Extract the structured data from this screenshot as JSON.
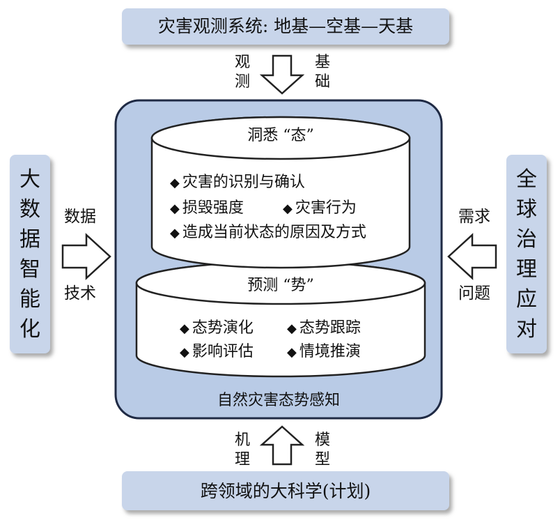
{
  "top_box": {
    "text": "灾害观测系统: 地基—空基—天基"
  },
  "top_arrow": {
    "left": "观测",
    "right": "基础"
  },
  "bottom_box": {
    "text": "跨领域的大科学(计划)"
  },
  "bottom_arrow": {
    "left": "机理",
    "right": "模型"
  },
  "left_box": {
    "text": "大数据智能化"
  },
  "left_arrow": {
    "top": "数据",
    "bottom": "技术"
  },
  "right_box": {
    "text": "全球治理应对"
  },
  "right_arrow": {
    "top": "需求",
    "bottom": "问题"
  },
  "center": {
    "caption": "自然灾害态势感知",
    "upper_cylinder": {
      "title": "洞悉 “态”",
      "items": [
        "灾害的识别与确认",
        "损毁强度",
        "灾害行为",
        "造成当前状态的原因及方式"
      ]
    },
    "lower_cylinder": {
      "title": "预测 “势”",
      "items": [
        "态势演化",
        "态势跟踪",
        "影响评估",
        "情境推演"
      ]
    }
  },
  "colors": {
    "box_fill": "#c8d5ea",
    "box_shadow": "#9a9a9a",
    "panel_fill": "#b9cbe6",
    "panel_border": "#1f2a44",
    "cylinder_fill": "#ffffff",
    "ink": "#111111"
  },
  "bullet_icon": "diamond-icon"
}
